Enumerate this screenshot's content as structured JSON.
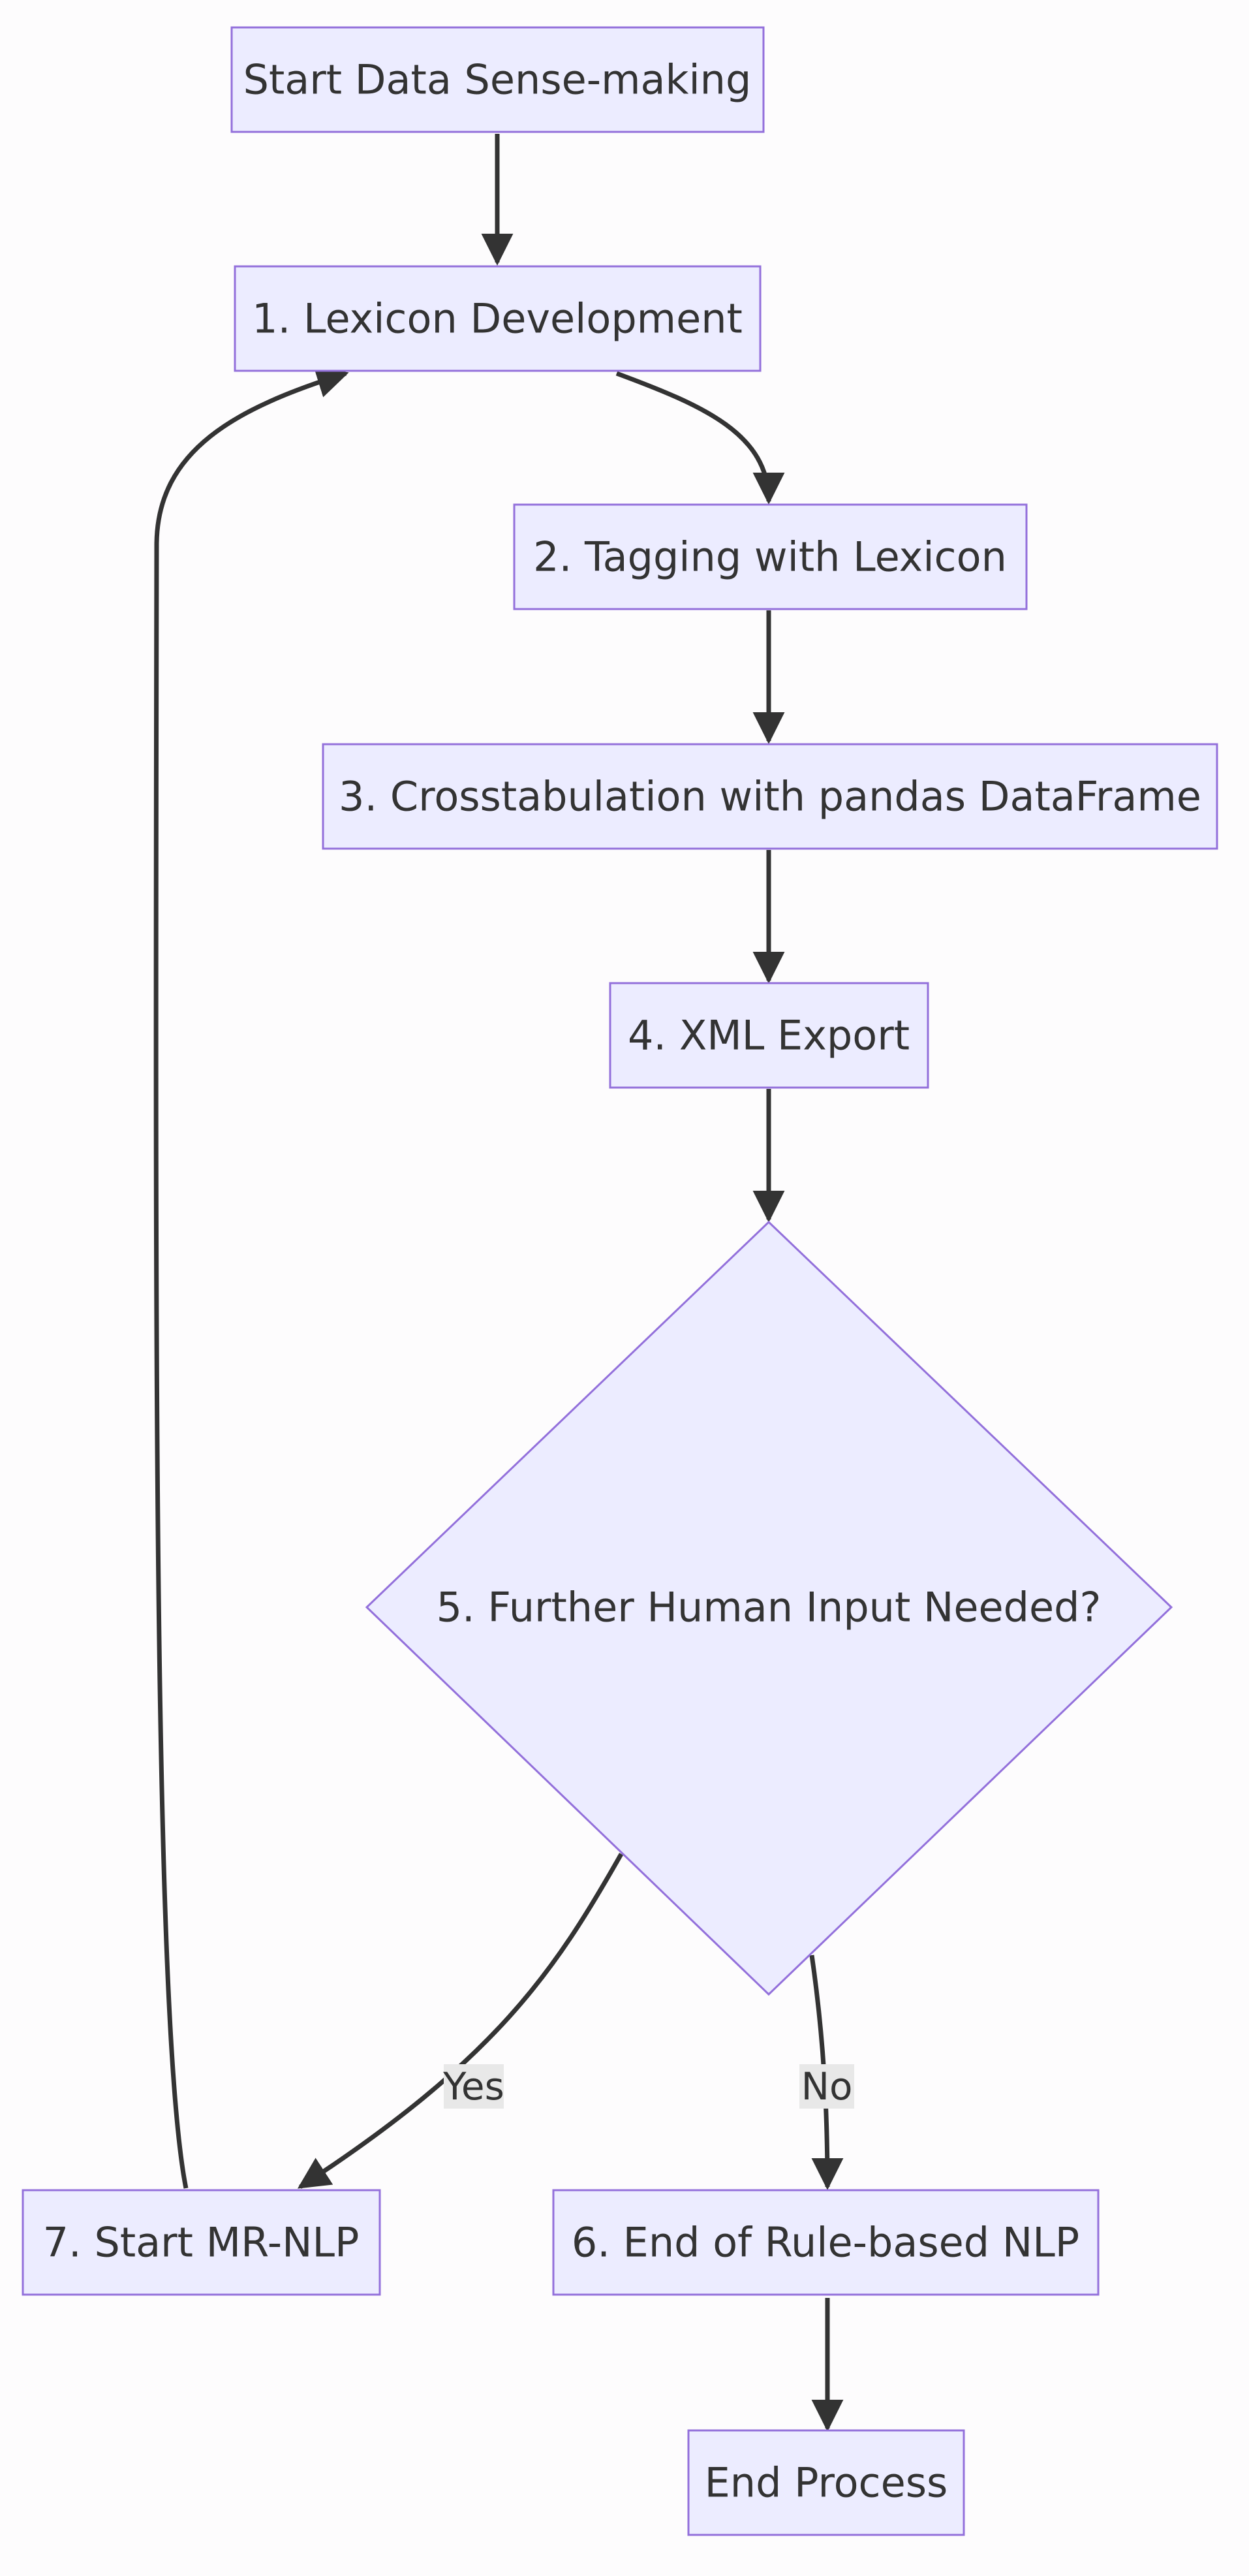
{
  "diagram": {
    "nodes": {
      "start": "Start Data Sense-making",
      "n1": "1. Lexicon Development",
      "n2": "2. Tagging with Lexicon",
      "n3": "3. Crosstabulation with pandas DataFrame",
      "n4": "4. XML Export",
      "n5": "5. Further Human Input Needed?",
      "n6": "6. End of Rule-based NLP",
      "n7": "7. Start MR-NLP",
      "end": "End Process"
    },
    "edge_labels": {
      "yes": "Yes",
      "no": "No"
    },
    "colors": {
      "node_fill": "#ececff",
      "node_stroke": "#9370db",
      "edge": "#333333",
      "edge_label_bg": "#e8e8e8",
      "text": "#333333"
    }
  }
}
